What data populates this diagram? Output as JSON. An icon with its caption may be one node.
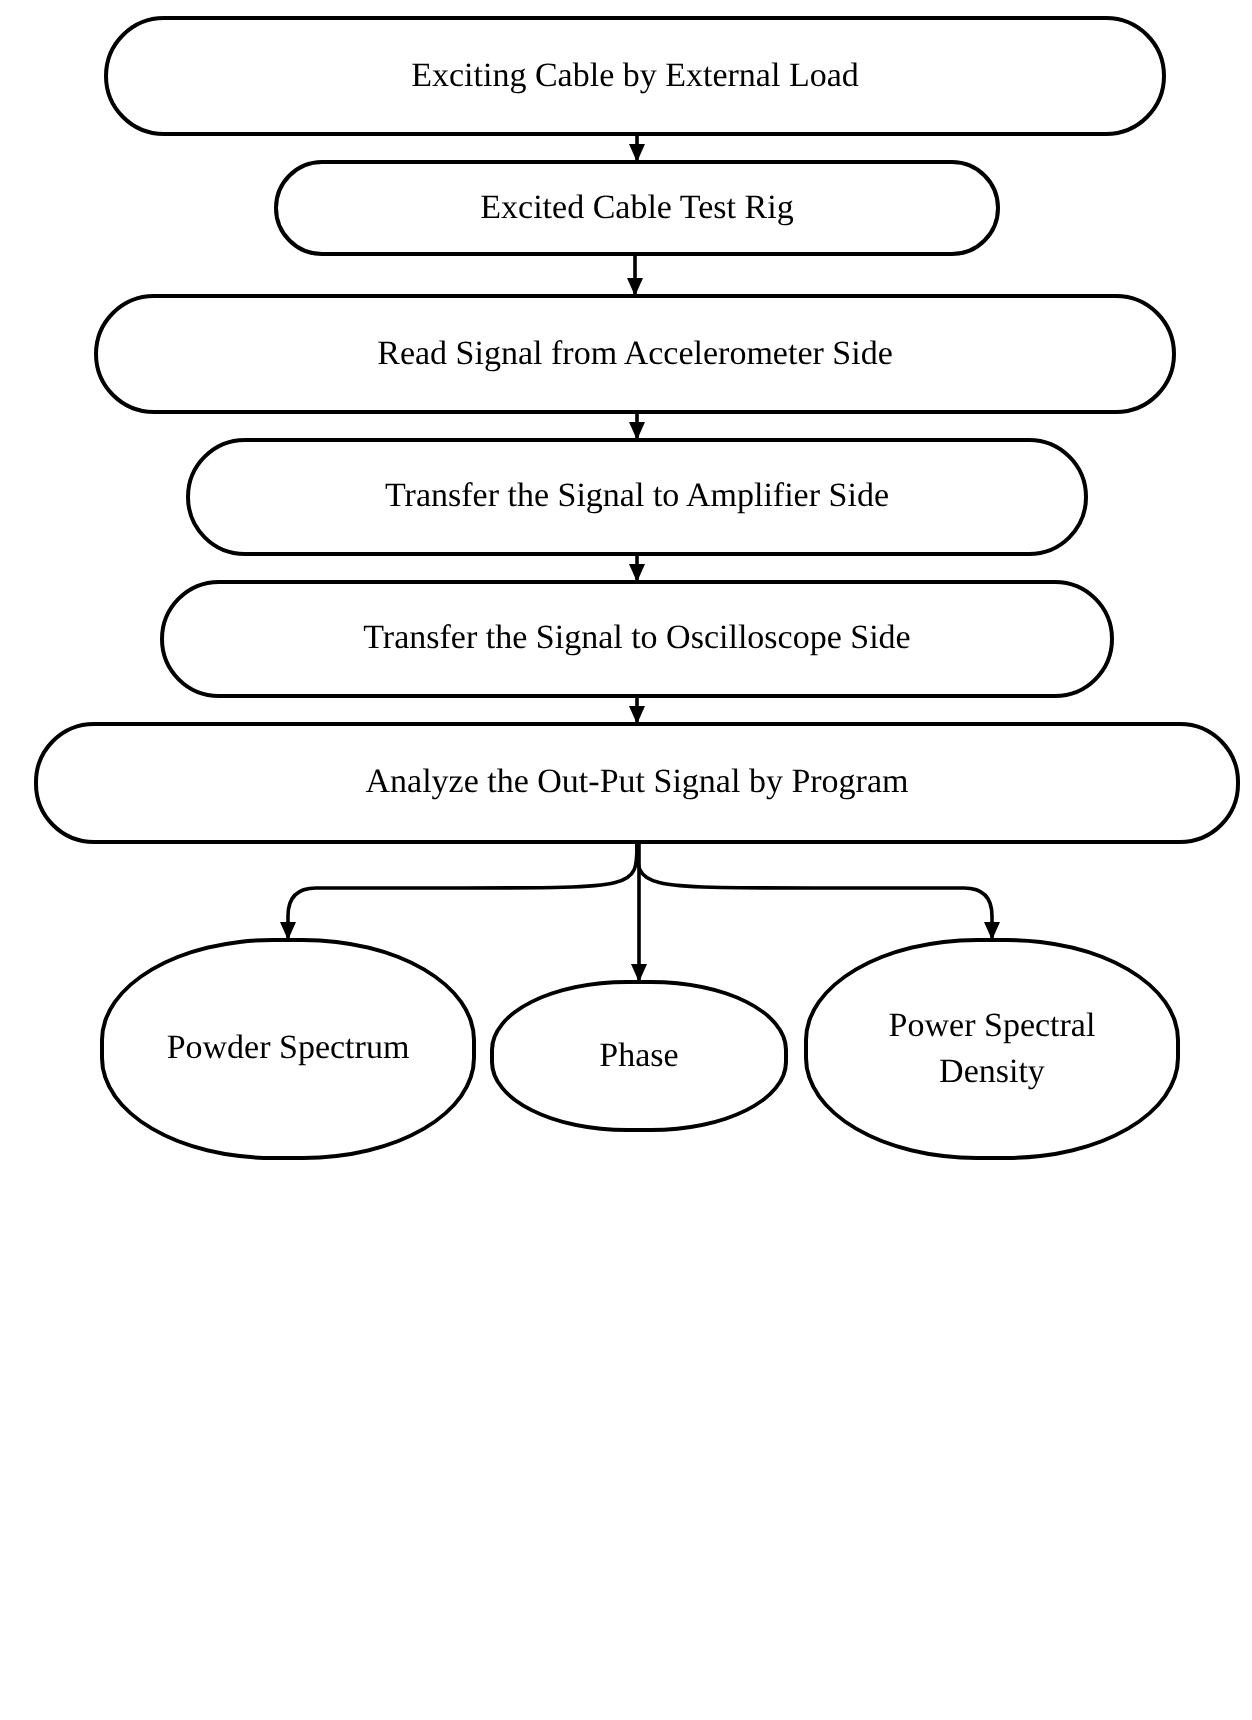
{
  "diagram": {
    "nodes": [
      {
        "text": [
          "Exciting Cable by External Load"
        ]
      },
      {
        "text": [
          "Excited Cable Test Rig"
        ]
      },
      {
        "text": [
          "Read Signal from Accelerometer Side"
        ]
      },
      {
        "text": [
          "Transfer the Signal to Amplifier Side"
        ]
      },
      {
        "text": [
          "Transfer the Signal to Oscilloscope Side"
        ]
      },
      {
        "text": [
          "Analyze the Out-Put Signal by Program"
        ]
      },
      {
        "text": [
          "Powder Spectrum"
        ]
      },
      {
        "text": [
          "Phase"
        ]
      },
      {
        "text": [
          "Power Spectral Density"
        ]
      }
    ],
    "edges": [
      {
        "from": 0,
        "to": 1,
        "arrow": "to"
      },
      {
        "from": 1,
        "to": 2,
        "arrow": "to"
      },
      {
        "from": 2,
        "to": 3,
        "arrow": "to"
      },
      {
        "from": 3,
        "to": 4,
        "arrow": "to"
      },
      {
        "from": 4,
        "to": 5,
        "arrow": "to"
      },
      {
        "from": 5,
        "to": 6,
        "arrow": "to"
      },
      {
        "from": 5,
        "to": 7,
        "arrow": "to"
      },
      {
        "from": 5,
        "to": 8,
        "arrow": "to"
      }
    ]
  }
}
